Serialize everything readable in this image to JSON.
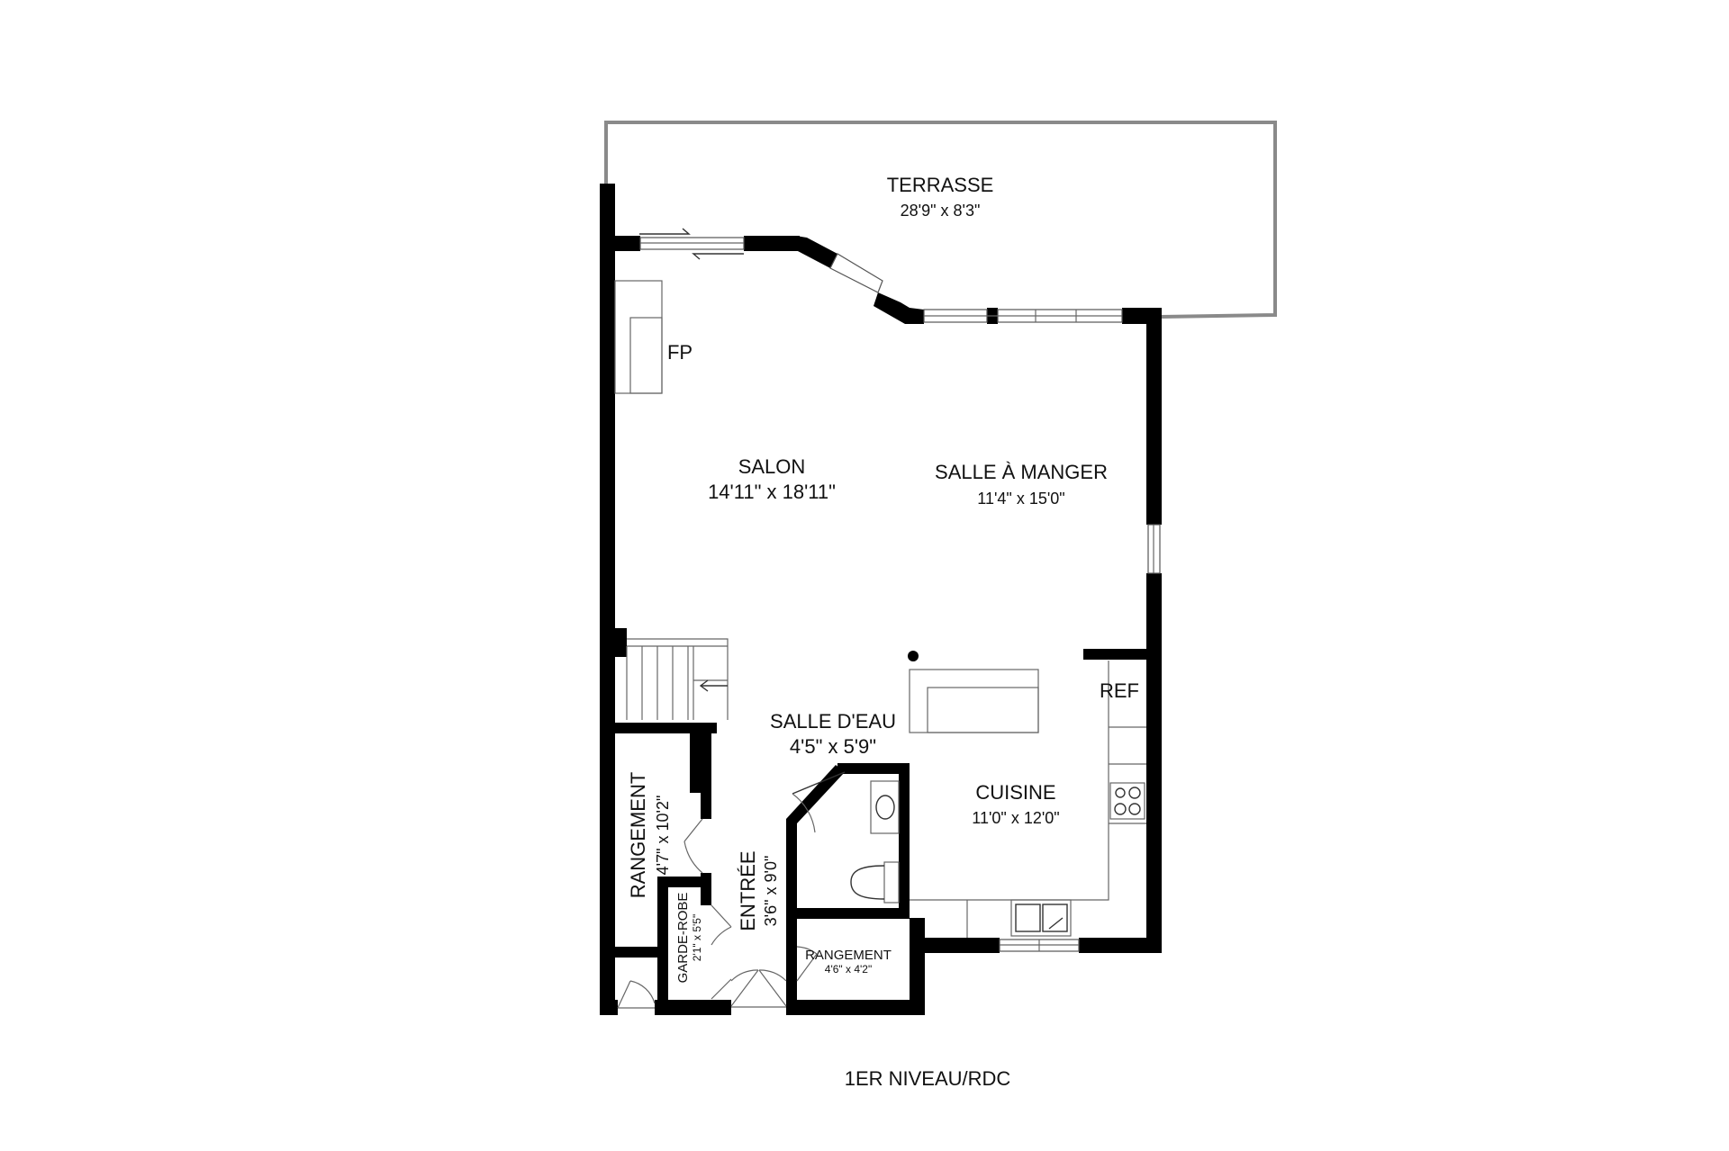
{
  "plan": {
    "level_label": "1ER NIVEAU/RDC",
    "rooms": {
      "terrasse": {
        "name": "TERRASSE",
        "dims": "28'9\" x 8'3\""
      },
      "salon": {
        "name": "SALON",
        "dims": "14'11\" x 18'11\""
      },
      "salle_a_manger": {
        "name": "SALLE À MANGER",
        "dims": "11'4\" x 15'0\""
      },
      "salle_d_eau": {
        "name": "SALLE D'EAU",
        "dims": "4'5\" x 5'9\""
      },
      "cuisine": {
        "name": "CUISINE",
        "dims": "11'0\" x 12'0\""
      },
      "rangement_1": {
        "name": "RANGEMENT",
        "dims": "4'7\" x 10'2\""
      },
      "entree": {
        "name": "ENTRÉE",
        "dims": "3'6\" x 9'0\""
      },
      "garde_robe": {
        "name": "GARDE-ROBE",
        "dims": "2'1\" x 5'5\""
      },
      "rangement_2": {
        "name": "RANGEMENT",
        "dims": "4'6\" x 4'2\""
      }
    },
    "fixtures": {
      "fireplace": "FP",
      "refrigerator": "REF"
    }
  }
}
